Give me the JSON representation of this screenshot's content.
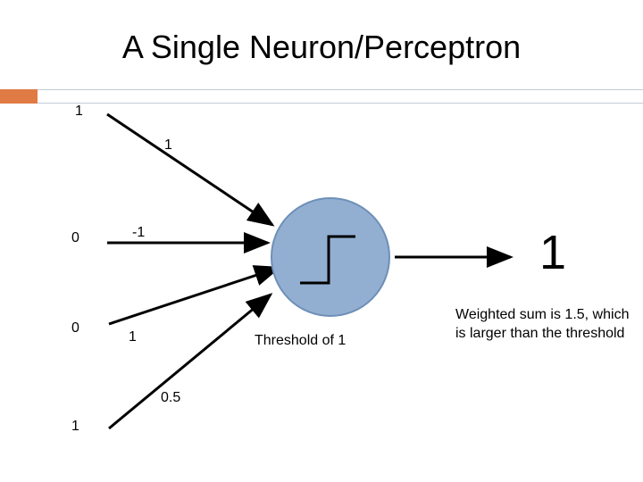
{
  "slide": {
    "title": "A Single Neuron/Perceptron",
    "accent_color": "#E07B45",
    "neuron_fill": "#92AFD2",
    "neuron_stroke": "#6E8FB8"
  },
  "inputs": {
    "x1": "1",
    "x2": "0",
    "x3": "0",
    "x4": "1"
  },
  "weights": {
    "w1": "1",
    "w2": "-1",
    "w3": "1",
    "w4": "0.5"
  },
  "threshold_label": "Threshold of 1",
  "output_value": "1",
  "explanation": "Weighted sum is 1.5, which is larger than the threshold"
}
